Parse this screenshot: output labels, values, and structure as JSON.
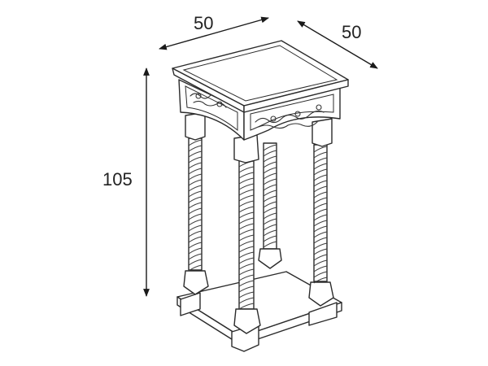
{
  "dimensions": {
    "width": "50",
    "depth": "50",
    "height": "105"
  },
  "colors": {
    "line": "#2b2b2b",
    "background": "#ffffff"
  }
}
